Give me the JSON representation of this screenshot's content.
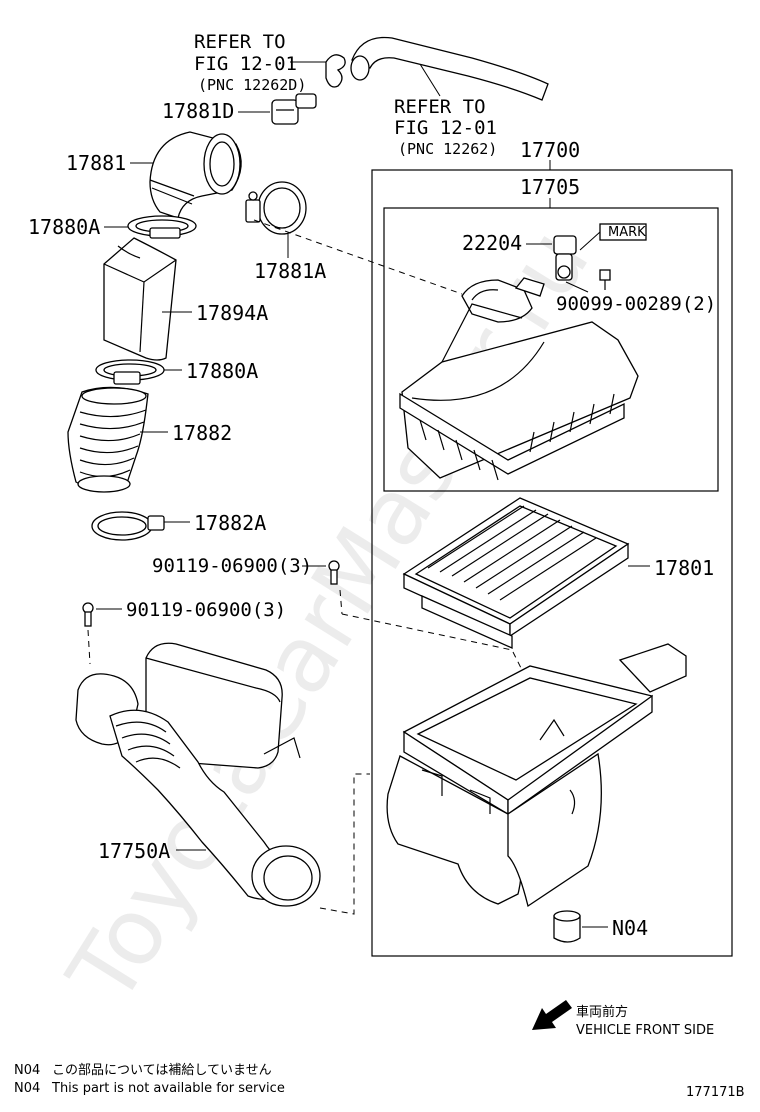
{
  "refer_top": {
    "line1": "REFER TO",
    "line2": "FIG 12-01",
    "line3": "(PNC 12262D)"
  },
  "refer_mid": {
    "line1": "REFER TO",
    "line2": "FIG 12-01",
    "line3": "(PNC 12262)"
  },
  "labels": {
    "p17700": "17700",
    "p17705": "17705",
    "p17881D": "17881D",
    "p17881": "17881",
    "p17880A_top": "17880A",
    "p17881A": "17881A",
    "p17894A": "17894A",
    "p17880A_mid": "17880A",
    "p17882": "17882",
    "p17882A": "17882A",
    "p22204": "22204",
    "mark": "MARK",
    "p90099": "90099-00289(2)",
    "p90119_a": "90119-06900(3)",
    "p90119_b": "90119-06900(3)",
    "p17801": "17801",
    "p17750A": "17750A",
    "pN04": "N04"
  },
  "direction": {
    "jp": "車両前方",
    "en": "VEHICLE FRONT SIDE"
  },
  "notes": [
    {
      "code": "N04",
      "text": "この部品については補給していません"
    },
    {
      "code": "N04",
      "text": "This part is not available for service"
    }
  ],
  "figure_id": "177171B",
  "watermark": "ToyotaCarMaster.ru"
}
